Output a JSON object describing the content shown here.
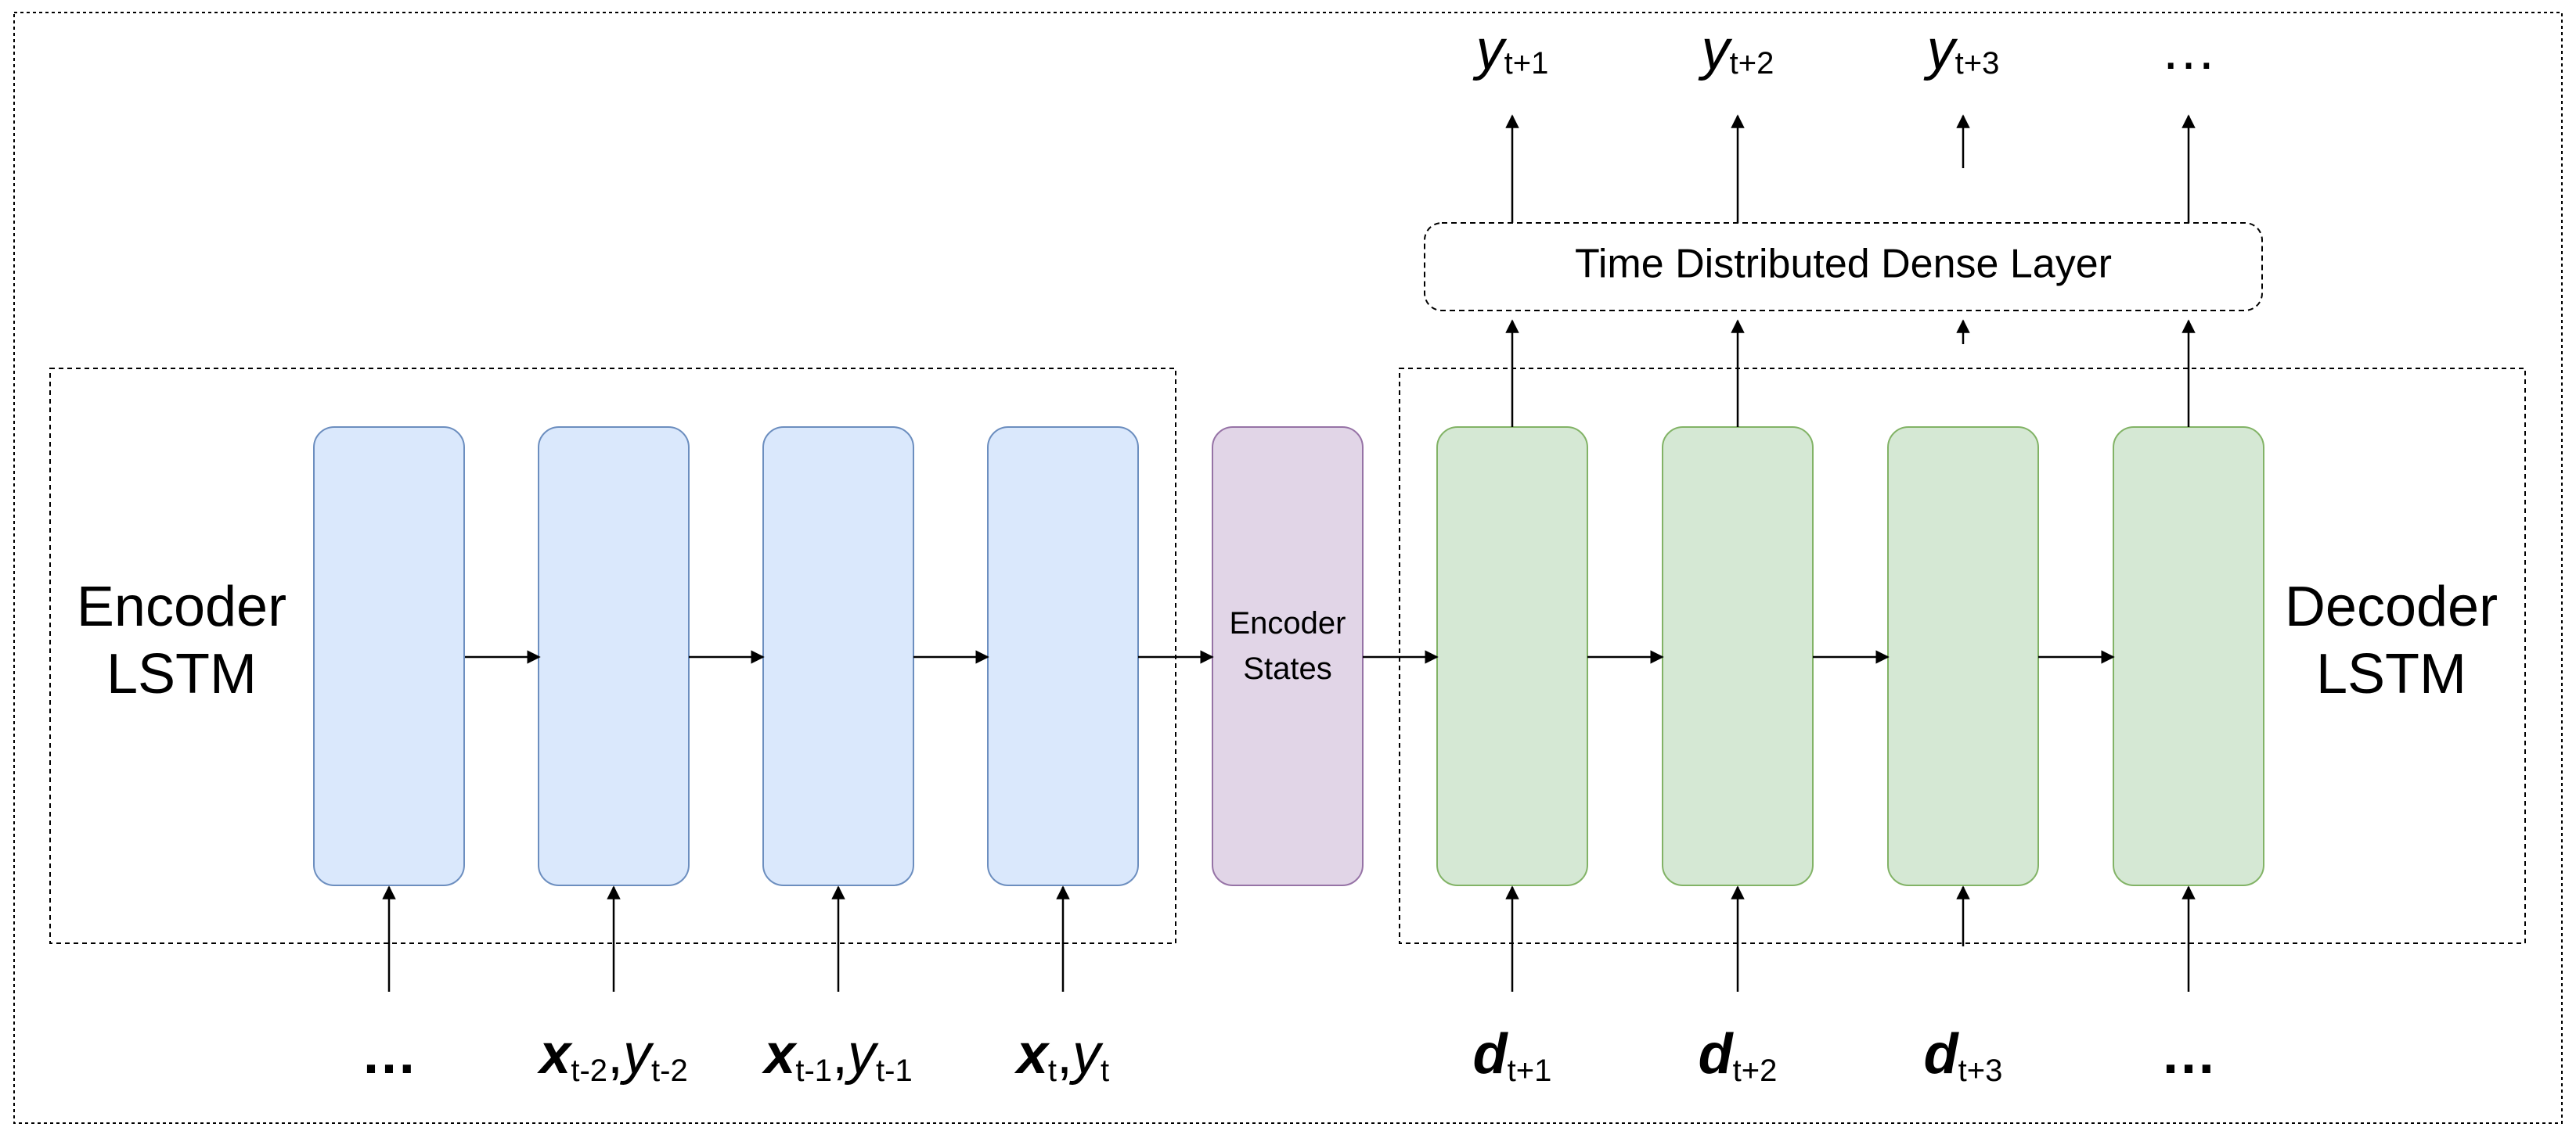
{
  "encoder": {
    "label_line1": "Encoder",
    "label_line2": "LSTM"
  },
  "decoder": {
    "label_line1": "Decoder",
    "label_line2": "LSTM"
  },
  "encoder_states": {
    "line1": "Encoder",
    "line2": "States"
  },
  "dense_layer": {
    "label": "Time Distributed Dense Layer"
  },
  "inputs": {
    "enc": [
      {
        "main": "…"
      },
      {
        "x": "x",
        "xs": "t-2",
        "sep": ",",
        "y": "y",
        "ys": "t-2"
      },
      {
        "x": "x",
        "xs": "t-1",
        "sep": ",",
        "y": "y",
        "ys": "t-1"
      },
      {
        "x": "x",
        "xs": "t",
        "sep": ",",
        "y": "y",
        "ys": "t"
      }
    ],
    "dec": [
      {
        "d": "d",
        "ds": "t+1"
      },
      {
        "d": "d",
        "ds": "t+2"
      },
      {
        "d": "d",
        "ds": "t+3"
      },
      {
        "main": "…"
      }
    ]
  },
  "outputs": [
    {
      "y": "y",
      "ys": "t+1"
    },
    {
      "y": "y",
      "ys": "t+2"
    },
    {
      "y": "y",
      "ys": "t+3"
    },
    {
      "main": "…"
    }
  ],
  "colors": {
    "encoder_fill": "#dae8fc",
    "encoder_stroke": "#6c8ebf",
    "states_fill": "#e1d5e7",
    "states_stroke": "#9673a6",
    "decoder_fill": "#d5e8d4",
    "decoder_stroke": "#82b366"
  }
}
